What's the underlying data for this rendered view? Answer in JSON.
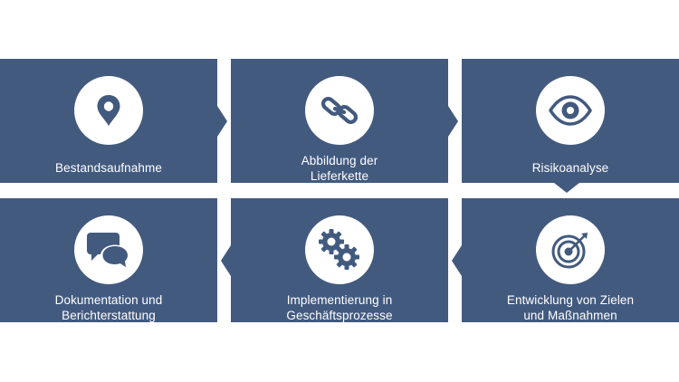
{
  "colors": {
    "box": "#435a7f",
    "circle": "#ffffff",
    "icon": "#435a7f",
    "text": "#ffffff"
  },
  "steps": [
    {
      "icon": "map-pin-icon",
      "line1": "Bestandsaufnahme",
      "line2": ""
    },
    {
      "icon": "chain-link-icon",
      "line1": "Abbildung der",
      "line2": "Lieferkette"
    },
    {
      "icon": "eye-icon",
      "line1": "Risikoanalyse",
      "line2": ""
    },
    {
      "icon": "target-icon",
      "line1": "Entwicklung von Zielen",
      "line2": "und Maßnahmen"
    },
    {
      "icon": "gears-icon",
      "line1": "Implementierung in",
      "line2": "Geschäftsprozesse"
    },
    {
      "icon": "speech-bubbles-icon",
      "line1": "Dokumentation und",
      "line2": "Berichterstattung"
    }
  ]
}
